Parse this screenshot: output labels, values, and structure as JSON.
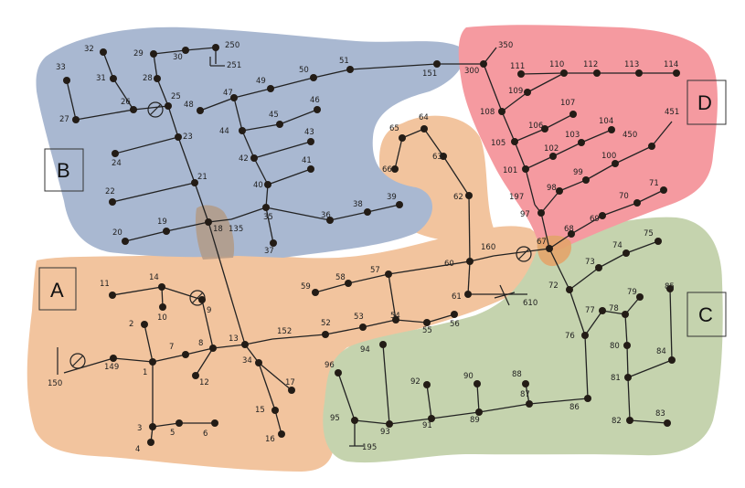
{
  "regions": [
    {
      "id": "A",
      "label": "A",
      "color": "#f2c49e"
    },
    {
      "id": "B",
      "label": "B",
      "color": "#a9b8d1"
    },
    {
      "id": "C",
      "label": "C",
      "color": "#c5d3ae"
    },
    {
      "id": "D",
      "label": "D",
      "color": "#f59aa0"
    }
  ],
  "colors": {
    "line": "#222222",
    "node": "#231c16"
  },
  "nodes": [
    {
      "id": "1"
    },
    {
      "id": "2"
    },
    {
      "id": "3"
    },
    {
      "id": "4"
    },
    {
      "id": "5"
    },
    {
      "id": "6"
    },
    {
      "id": "7"
    },
    {
      "id": "8"
    },
    {
      "id": "9"
    },
    {
      "id": "10"
    },
    {
      "id": "11"
    },
    {
      "id": "12"
    },
    {
      "id": "13"
    },
    {
      "id": "14"
    },
    {
      "id": "15"
    },
    {
      "id": "16"
    },
    {
      "id": "17"
    },
    {
      "id": "18"
    },
    {
      "id": "19"
    },
    {
      "id": "20"
    },
    {
      "id": "21"
    },
    {
      "id": "22"
    },
    {
      "id": "23"
    },
    {
      "id": "24"
    },
    {
      "id": "25"
    },
    {
      "id": "26"
    },
    {
      "id": "27"
    },
    {
      "id": "28"
    },
    {
      "id": "29"
    },
    {
      "id": "30"
    },
    {
      "id": "31"
    },
    {
      "id": "32"
    },
    {
      "id": "33"
    },
    {
      "id": "34"
    },
    {
      "id": "35"
    },
    {
      "id": "36"
    },
    {
      "id": "37"
    },
    {
      "id": "38"
    },
    {
      "id": "39"
    },
    {
      "id": "40"
    },
    {
      "id": "41"
    },
    {
      "id": "42"
    },
    {
      "id": "43"
    },
    {
      "id": "44"
    },
    {
      "id": "45"
    },
    {
      "id": "46"
    },
    {
      "id": "47"
    },
    {
      "id": "48"
    },
    {
      "id": "49"
    },
    {
      "id": "50"
    },
    {
      "id": "51"
    },
    {
      "id": "52"
    },
    {
      "id": "53"
    },
    {
      "id": "54"
    },
    {
      "id": "55"
    },
    {
      "id": "56"
    },
    {
      "id": "57"
    },
    {
      "id": "58"
    },
    {
      "id": "59"
    },
    {
      "id": "60"
    },
    {
      "id": "61"
    },
    {
      "id": "62"
    },
    {
      "id": "63"
    },
    {
      "id": "64"
    },
    {
      "id": "65"
    },
    {
      "id": "66"
    },
    {
      "id": "67"
    },
    {
      "id": "68"
    },
    {
      "id": "69"
    },
    {
      "id": "70"
    },
    {
      "id": "71"
    },
    {
      "id": "72"
    },
    {
      "id": "73"
    },
    {
      "id": "74"
    },
    {
      "id": "75"
    },
    {
      "id": "76"
    },
    {
      "id": "77"
    },
    {
      "id": "78"
    },
    {
      "id": "79"
    },
    {
      "id": "80"
    },
    {
      "id": "81"
    },
    {
      "id": "82"
    },
    {
      "id": "83"
    },
    {
      "id": "84"
    },
    {
      "id": "85"
    },
    {
      "id": "86"
    },
    {
      "id": "87"
    },
    {
      "id": "88"
    },
    {
      "id": "89"
    },
    {
      "id": "90"
    },
    {
      "id": "91"
    },
    {
      "id": "92"
    },
    {
      "id": "93"
    },
    {
      "id": "94"
    },
    {
      "id": "95"
    },
    {
      "id": "96"
    },
    {
      "id": "97"
    },
    {
      "id": "98"
    },
    {
      "id": "99"
    },
    {
      "id": "100"
    },
    {
      "id": "101"
    },
    {
      "id": "102"
    },
    {
      "id": "103"
    },
    {
      "id": "104"
    },
    {
      "id": "105"
    },
    {
      "id": "106"
    },
    {
      "id": "107"
    },
    {
      "id": "108"
    },
    {
      "id": "109"
    },
    {
      "id": "110"
    },
    {
      "id": "111"
    },
    {
      "id": "112"
    },
    {
      "id": "113"
    },
    {
      "id": "114"
    },
    {
      "id": "135"
    },
    {
      "id": "149"
    },
    {
      "id": "150"
    },
    {
      "id": "151"
    },
    {
      "id": "152"
    },
    {
      "id": "160"
    },
    {
      "id": "195"
    },
    {
      "id": "197"
    },
    {
      "id": "250"
    },
    {
      "id": "251"
    },
    {
      "id": "300"
    },
    {
      "id": "350"
    },
    {
      "id": "450"
    },
    {
      "id": "451"
    },
    {
      "id": "610"
    }
  ],
  "edges": [
    [
      "150",
      "149"
    ],
    [
      "149",
      "1"
    ],
    [
      "1",
      "2"
    ],
    [
      "1",
      "3"
    ],
    [
      "3",
      "4"
    ],
    [
      "3",
      "5"
    ],
    [
      "5",
      "6"
    ],
    [
      "1",
      "7"
    ],
    [
      "7",
      "8"
    ],
    [
      "8",
      "9"
    ],
    [
      "9",
      "14"
    ],
    [
      "14",
      "10"
    ],
    [
      "14",
      "11"
    ],
    [
      "8",
      "12"
    ],
    [
      "8",
      "13"
    ],
    [
      "13",
      "34"
    ],
    [
      "34",
      "15"
    ],
    [
      "15",
      "16"
    ],
    [
      "34",
      "17"
    ],
    [
      "13",
      "152"
    ],
    [
      "152",
      "52"
    ],
    [
      "52",
      "53"
    ],
    [
      "53",
      "54"
    ],
    [
      "54",
      "55"
    ],
    [
      "55",
      "56"
    ],
    [
      "54",
      "57"
    ],
    [
      "57",
      "58"
    ],
    [
      "58",
      "59"
    ],
    [
      "57",
      "60"
    ],
    [
      "60",
      "160"
    ],
    [
      "160",
      "67"
    ],
    [
      "60",
      "61"
    ],
    [
      "61",
      "610"
    ],
    [
      "60",
      "62"
    ],
    [
      "62",
      "63"
    ],
    [
      "63",
      "64"
    ],
    [
      "64",
      "65"
    ],
    [
      "65",
      "66"
    ],
    [
      "13",
      "18"
    ],
    [
      "18",
      "19"
    ],
    [
      "19",
      "20"
    ],
    [
      "18",
      "21"
    ],
    [
      "21",
      "22"
    ],
    [
      "21",
      "23"
    ],
    [
      "23",
      "24"
    ],
    [
      "23",
      "25"
    ],
    [
      "25",
      "26"
    ],
    [
      "26",
      "27"
    ],
    [
      "27",
      "33"
    ],
    [
      "26",
      "31"
    ],
    [
      "31",
      "32"
    ],
    [
      "25",
      "28"
    ],
    [
      "28",
      "29"
    ],
    [
      "29",
      "30"
    ],
    [
      "30",
      "250"
    ],
    [
      "250",
      "251"
    ],
    [
      "18",
      "135"
    ],
    [
      "135",
      "35"
    ],
    [
      "35",
      "36"
    ],
    [
      "36",
      "38"
    ],
    [
      "38",
      "39"
    ],
    [
      "35",
      "37"
    ],
    [
      "35",
      "40"
    ],
    [
      "40",
      "41"
    ],
    [
      "40",
      "42"
    ],
    [
      "42",
      "43"
    ],
    [
      "42",
      "44"
    ],
    [
      "44",
      "45"
    ],
    [
      "45",
      "46"
    ],
    [
      "44",
      "47"
    ],
    [
      "47",
      "48"
    ],
    [
      "47",
      "49"
    ],
    [
      "49",
      "50"
    ],
    [
      "50",
      "51"
    ],
    [
      "51",
      "151"
    ],
    [
      "151",
      "300"
    ],
    [
      "300",
      "350"
    ],
    [
      "300",
      "108"
    ],
    [
      "108",
      "109"
    ],
    [
      "109",
      "110"
    ],
    [
      "110",
      "111"
    ],
    [
      "110",
      "112"
    ],
    [
      "112",
      "113"
    ],
    [
      "113",
      "114"
    ],
    [
      "108",
      "105"
    ],
    [
      "105",
      "106"
    ],
    [
      "106",
      "107"
    ],
    [
      "105",
      "101"
    ],
    [
      "101",
      "102"
    ],
    [
      "102",
      "103"
    ],
    [
      "103",
      "104"
    ],
    [
      "101",
      "197"
    ],
    [
      "197",
      "97"
    ],
    [
      "97",
      "98"
    ],
    [
      "98",
      "99"
    ],
    [
      "99",
      "100"
    ],
    [
      "100",
      "450"
    ],
    [
      "450",
      "451"
    ],
    [
      "97",
      "67"
    ],
    [
      "67",
      "68"
    ],
    [
      "68",
      "69"
    ],
    [
      "69",
      "70"
    ],
    [
      "70",
      "71"
    ],
    [
      "67",
      "72"
    ],
    [
      "72",
      "73"
    ],
    [
      "73",
      "74"
    ],
    [
      "74",
      "75"
    ],
    [
      "72",
      "76"
    ],
    [
      "76",
      "77"
    ],
    [
      "77",
      "78"
    ],
    [
      "78",
      "79"
    ],
    [
      "78",
      "80"
    ],
    [
      "80",
      "81"
    ],
    [
      "81",
      "82"
    ],
    [
      "82",
      "83"
    ],
    [
      "81",
      "84"
    ],
    [
      "84",
      "85"
    ],
    [
      "76",
      "86"
    ],
    [
      "86",
      "87"
    ],
    [
      "87",
      "88"
    ],
    [
      "87",
      "89"
    ],
    [
      "89",
      "90"
    ],
    [
      "89",
      "91"
    ],
    [
      "91",
      "92"
    ],
    [
      "91",
      "93"
    ],
    [
      "93",
      "94"
    ],
    [
      "93",
      "95"
    ],
    [
      "95",
      "96"
    ],
    [
      "95",
      "195"
    ]
  ]
}
